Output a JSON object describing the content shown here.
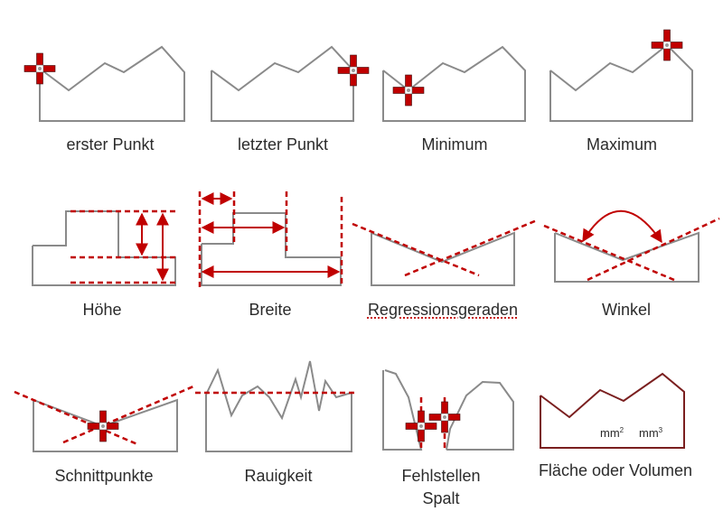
{
  "colors": {
    "outline": "#8a8a8a",
    "accent": "#c00000",
    "dark_red": "#7a1f1f",
    "text": "#2b2b2b"
  },
  "icons": {
    "marker": "crosshair-marker-icon"
  },
  "features": [
    {
      "id": "erster-punkt",
      "label": "erster Punkt"
    },
    {
      "id": "letzter-punkt",
      "label": "letzter Punkt"
    },
    {
      "id": "minimum",
      "label": "Minimum"
    },
    {
      "id": "maximum",
      "label": "Maximum"
    },
    {
      "id": "hoehe",
      "label": "Höhe"
    },
    {
      "id": "breite",
      "label": "Breite"
    },
    {
      "id": "regressionsgeraden",
      "label": "Regressionsgeraden"
    },
    {
      "id": "winkel",
      "label": "Winkel"
    },
    {
      "id": "schnittpunkte",
      "label": "Schnittpunkte"
    },
    {
      "id": "rauigkeit",
      "label": "Rauigkeit"
    },
    {
      "id": "fehlstellen-spalt",
      "label": "Fehlstellen\nSpalt",
      "lines": [
        "Fehlstellen",
        "Spalt"
      ]
    },
    {
      "id": "flaeche-volumen",
      "label": "Fläche oder Volumen",
      "units": {
        "area": "mm",
        "area_exp": "2",
        "volume": "mm",
        "volume_exp": "3"
      }
    }
  ]
}
